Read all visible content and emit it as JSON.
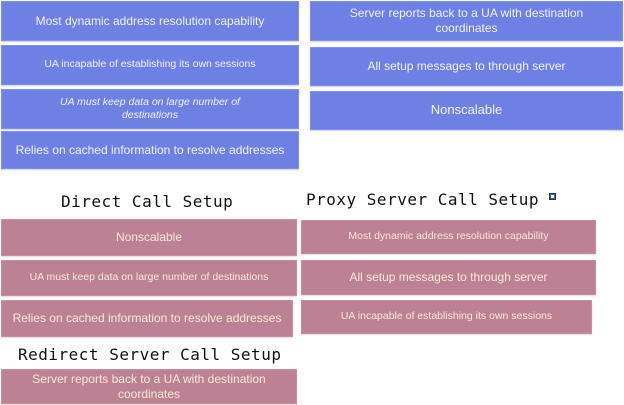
{
  "top_left_options": [
    "Most dynamic address resolution capability",
    "UA incapable of establishing its own sessions",
    "UA must keep data on large number of destinations",
    "Relies on cached information to resolve addresses"
  ],
  "top_right_options": [
    "Server reports back to a UA with destination coordinates",
    "All setup messages to through server",
    "Nonscalable"
  ],
  "direct_group": {
    "heading": "Direct Call Setup",
    "items": [
      "Nonscalable",
      "UA must keep data on large number of destinations",
      "Relies on cached information to resolve addresses"
    ]
  },
  "proxy_group": {
    "heading": "Proxy Server Call Setup",
    "items": [
      "Most dynamic address resolution capability",
      "All setup messages to through server",
      "UA incapable of establishing its own sessions"
    ]
  },
  "redirect_group": {
    "heading": "Redirect Server Call Setup",
    "items": [
      "Server reports back to a UA with destination coordinates"
    ]
  },
  "colors": {
    "option_box": "#6f80e4",
    "placed_box": "#bd8196"
  }
}
